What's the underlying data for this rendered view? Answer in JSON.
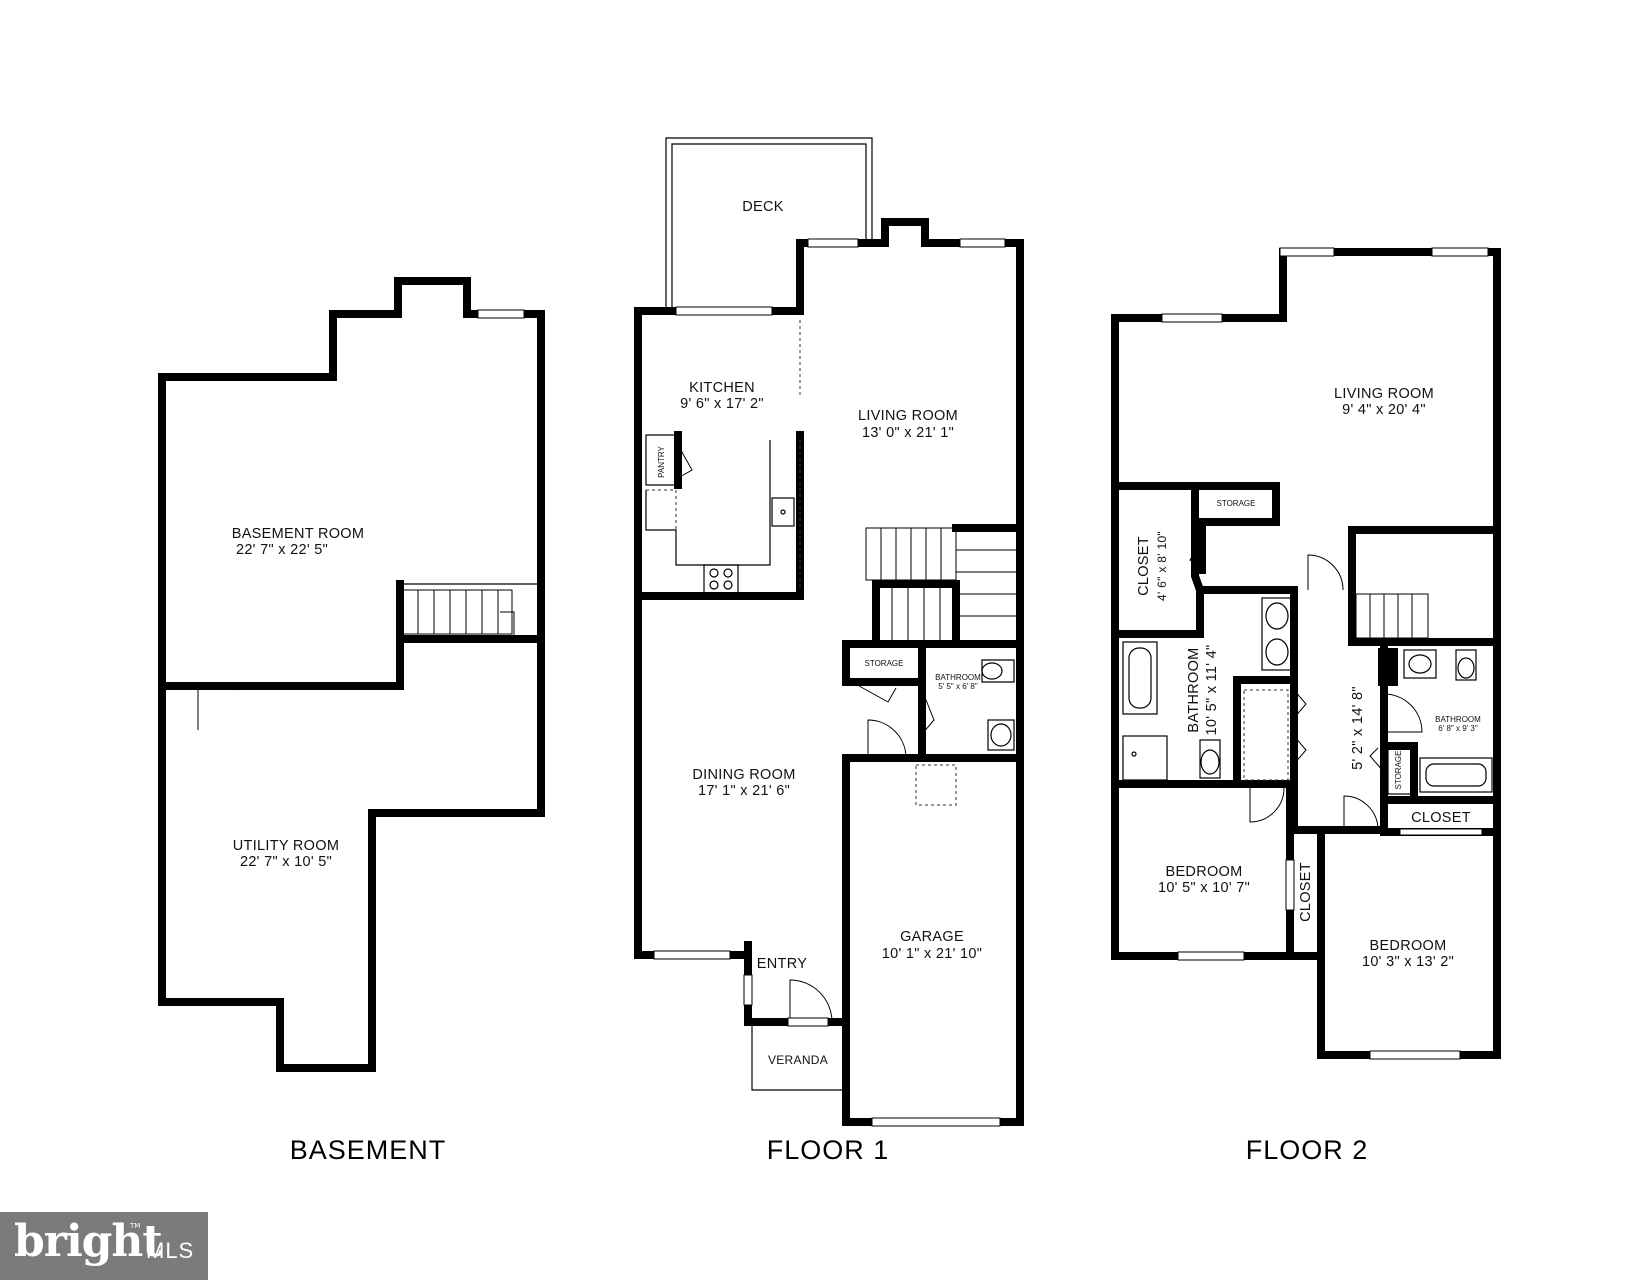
{
  "floors": {
    "basement": {
      "title": "BASEMENT",
      "rooms": {
        "basement_room": {
          "name": "BASEMENT ROOM",
          "dims": "22' 7\" x 22' 5\""
        },
        "utility_room": {
          "name": "UTILITY ROOM",
          "dims": "22' 7\" x 10' 5\""
        }
      }
    },
    "floor1": {
      "title": "FLOOR 1",
      "rooms": {
        "deck": {
          "name": "DECK"
        },
        "kitchen": {
          "name": "KITCHEN",
          "dims": "9' 6\" x 17' 2\""
        },
        "pantry": {
          "name": "PANTRY"
        },
        "living_room": {
          "name": "LIVING ROOM",
          "dims": "13' 0\" x 21' 1\""
        },
        "storage": {
          "name": "STORAGE"
        },
        "bathroom": {
          "name": "BATHROOM",
          "dims": "5' 5\" x 6' 8\""
        },
        "dining_room": {
          "name": "DINING ROOM",
          "dims": "17' 1\" x 21' 6\""
        },
        "garage": {
          "name": "GARAGE",
          "dims": "10' 1\" x 21' 10\""
        },
        "entry": {
          "name": "ENTRY"
        },
        "veranda": {
          "name": "VERANDA"
        }
      }
    },
    "floor2": {
      "title": "FLOOR 2",
      "rooms": {
        "living_room": {
          "name": "LIVING ROOM",
          "dims": "9' 4\" x 20' 4\""
        },
        "storage_top": {
          "name": "STORAGE"
        },
        "closet_left": {
          "name": "CLOSET",
          "dims": "4' 6\" x 8' 10\""
        },
        "bathroom_main": {
          "name": "BATHROOM",
          "dims": "10' 5\" x 11' 4\""
        },
        "hall": {
          "dims": "5' 2\" x 14' 8\""
        },
        "bathroom_small": {
          "name": "BATHROOM",
          "dims": "6' 8\" x 9' 3\""
        },
        "storage_small": {
          "name": "STORAGE"
        },
        "closet_right": {
          "name": "CLOSET"
        },
        "closet_middle": {
          "name": "CLOSET"
        },
        "bedroom_left": {
          "name": "BEDROOM",
          "dims": "10' 5\" x 10' 7\""
        },
        "bedroom_right": {
          "name": "BEDROOM",
          "dims": "10' 3\" x 13' 2\""
        }
      }
    }
  },
  "watermark": {
    "brand": "bright",
    "suffix": "MLS",
    "mark": "TM"
  },
  "colors": {
    "wall": "#000000",
    "background": "#ffffff",
    "watermark_bg": "#7b7b7b"
  }
}
